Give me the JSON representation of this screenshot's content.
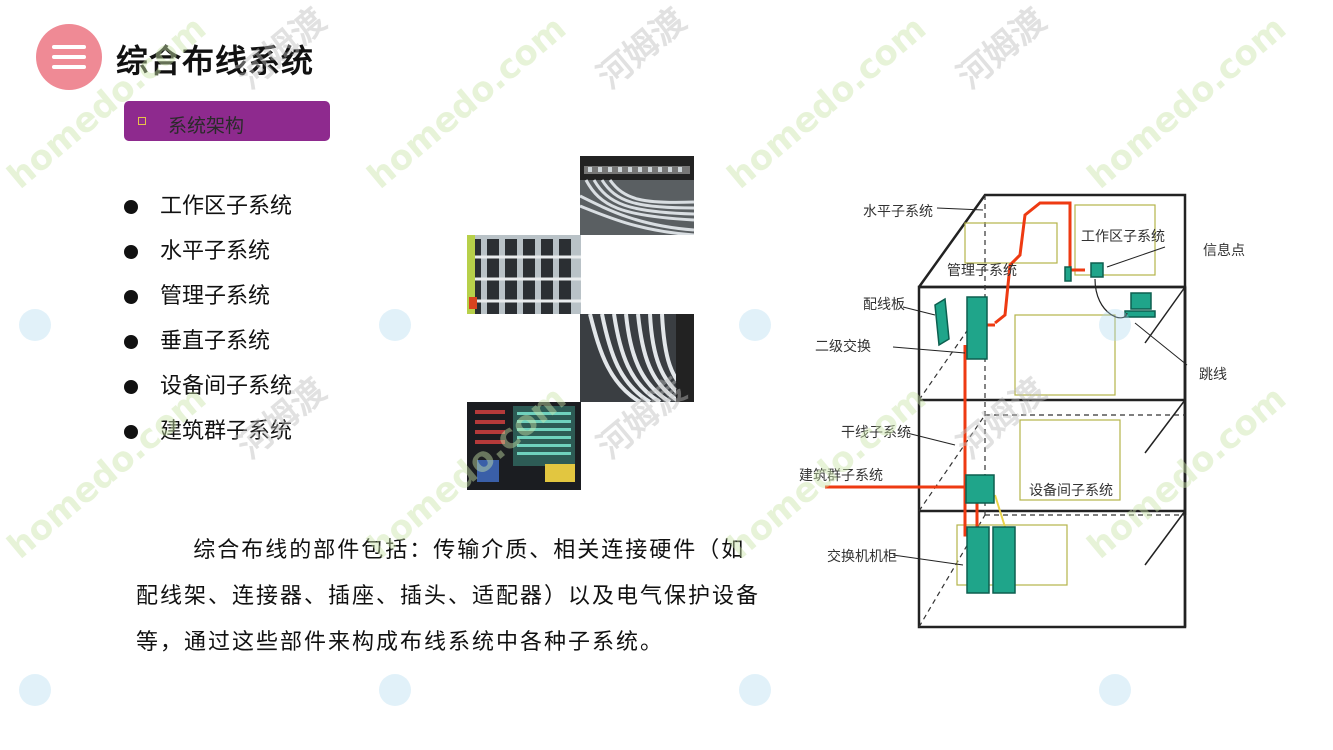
{
  "header": {
    "title": "综合布线系统",
    "section_label": "系统架构"
  },
  "bullets": [
    "工作区子系统",
    "水平子系统",
    "管理子系统",
    "垂直子系统",
    "设备间子系统",
    "建筑群子系统"
  ],
  "paragraph": "综合布线的部件包括：传输介质、相关连接硬件（如配线架、连接器、插座、插头、适配器）以及电气保护设备等，通过这些部件来构成布线系统中各种子系统。",
  "diagram": {
    "labels": {
      "horizontal": "水平子系统",
      "work_area": "工作区子系统",
      "info_point": "信息点",
      "management": "管理子系统",
      "patch_panel": "配线板",
      "secondary_switch": "二级交换",
      "jumper": "跳线",
      "backbone": "干线子系统",
      "campus": "建筑群子系统",
      "equipment_room": "设备间子系统",
      "switch_cabinet": "交换机机柜"
    }
  },
  "watermark": {
    "domain": "homedo.com",
    "brand": "河姆渡"
  },
  "colors": {
    "menu_circle": "#ef8a95",
    "section_pill": "#8e2a8e",
    "cable": "#ee3a12",
    "equipment": "#1fa58a"
  }
}
